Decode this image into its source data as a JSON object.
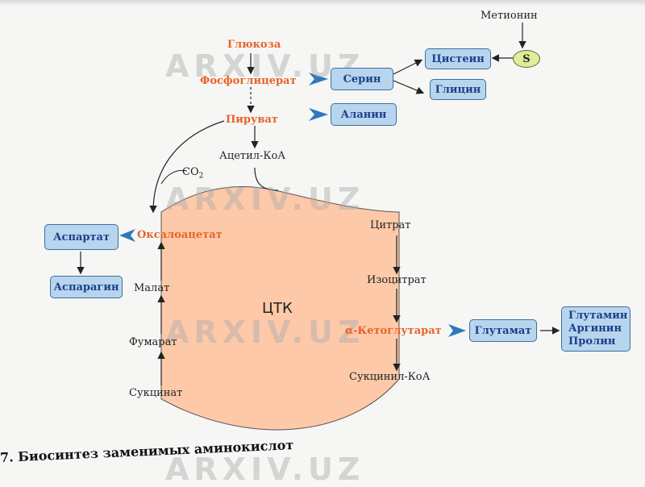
{
  "colors": {
    "cycle_fill": "#fdc9a9",
    "box_fill": "#b7d6ee",
    "box_text": "#1c3f8c",
    "orange_text": "#e8622a",
    "arrow_blue": "#2f78bd"
  },
  "metabolites": {
    "glucose": "Глюкоза",
    "phosphoglycerate": "Фосфоглицерат",
    "pyruvate": "Пируват",
    "acetyl_coa": "Ацетил-КоА",
    "co2": "CO",
    "co2_sub": "2",
    "methionine": "Метионин",
    "sulfur": "S",
    "oxaloacetate": "Оксалоацетат",
    "alpha_ketoglutarate": "α-Кетоглутарат"
  },
  "cycle": {
    "name": "ЦТК",
    "citrate": "Цитрат",
    "isocitrate": "Изоцитрат",
    "succinyl_coa": "Сукцинил-КоА",
    "succinate": "Сукцинат",
    "fumarate": "Фумарат",
    "malate": "Малат"
  },
  "amino_acids": {
    "serine": "Серин",
    "cysteine": "Цистеин",
    "glycine": "Глицин",
    "alanine": "Аланин",
    "aspartate": "Аспартат",
    "asparagine": "Аспарагин",
    "glutamate": "Глутамат",
    "glutamine": "Глутамин",
    "arginine": "Аргинин",
    "proline": "Пролин"
  },
  "caption": "7. Биосинтез заменимых аминокислот",
  "watermark": "ARXIV.UZ"
}
